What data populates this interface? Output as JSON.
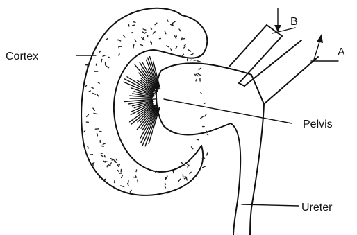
{
  "labels": {
    "cortex": "Cortex",
    "pelvis": "Pelvis",
    "ureter": "Ureter",
    "vessel_a": "A",
    "vessel_b": "B"
  },
  "colors": {
    "ink": "#111111",
    "background": "#ffffff"
  }
}
